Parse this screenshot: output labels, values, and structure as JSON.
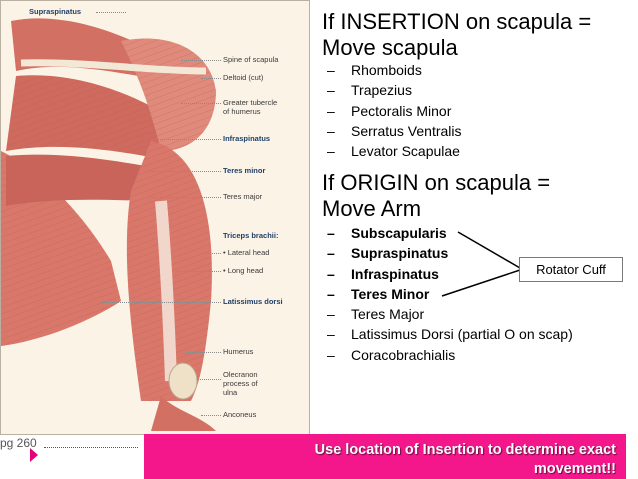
{
  "figure": {
    "labels": {
      "supraspinatus": "Supraspinatus",
      "spine": "Spine of scapula",
      "deltoid": "Deltoid (cut)",
      "greater1": "Greater tubercle",
      "greater2": "of humerus",
      "infraspinatus": "Infraspinatus",
      "teres_minor": "Teres minor",
      "teres_major": "Teres major",
      "triceps": "Triceps brachii:",
      "lateral": "• Lateral head",
      "long": "• Long head",
      "latissimus": "Latissimus dorsi",
      "humerus": "Humerus",
      "olecranon1": "Olecranon",
      "olecranon2": "process of",
      "olecranon3": "ulna",
      "anconeus": "Anconeus"
    }
  },
  "insertion": {
    "heading_line1": "If INSERTION on scapula =",
    "heading_line2": "Move scapula",
    "items": [
      "Rhomboids",
      "Trapezius",
      "Pectoralis Minor",
      "Serratus Ventralis",
      "Levator Scapulae"
    ]
  },
  "origin": {
    "heading_line1": "If ORIGIN on scapula =",
    "heading_line2": "Move Arm",
    "items": [
      "Subscapularis",
      "Supraspinatus",
      "Infraspinatus",
      "Teres Minor",
      "Teres Major",
      "Latissimus Dorsi (partial O on scap)",
      "Coracobrachialis"
    ]
  },
  "dash": "–",
  "rotator_cuff": "Rotator Cuff",
  "page_ref": "pg 260",
  "banner_line1": "Use location of Insertion to determine exact",
  "banner_line2": "movement!!",
  "colors": {
    "banner": "#f4178c",
    "play_icon": "#e5007a",
    "muscle": "#d9786a",
    "background_figure": "#fbf3e6"
  }
}
